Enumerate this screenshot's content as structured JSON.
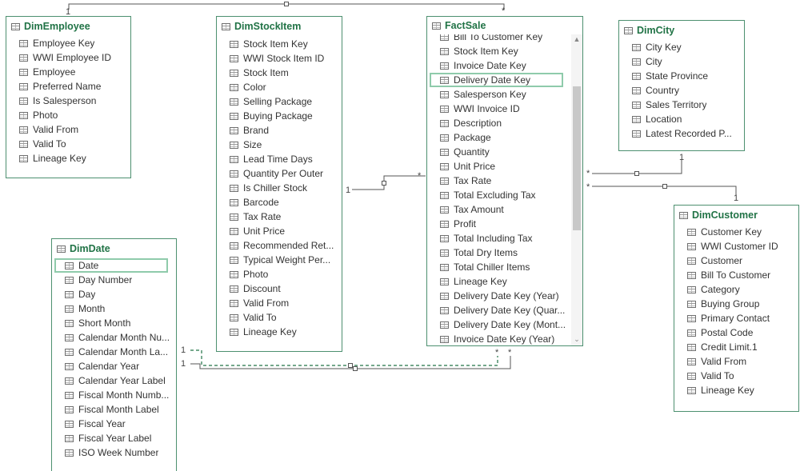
{
  "relationships": {
    "employee_sale": {
      "from_card": "1",
      "to_card": "*"
    },
    "stockitem_sale": {
      "from_card": "1",
      "to_card": "*"
    },
    "city_sale": {
      "from_card": "1",
      "to_card": "*"
    },
    "customer_sale": {
      "from_card": "1",
      "to_card": "*"
    },
    "date_sale_active": {
      "from_card": "1",
      "to_card": "*"
    },
    "date_sale_inactive": {
      "from_card": "1",
      "to_card": "*"
    }
  },
  "tables": [
    {
      "key": "dim-employee",
      "title": "DimEmployee",
      "fields": [
        "Employee Key",
        "WWI Employee ID",
        "Employee",
        "Preferred Name",
        "Is Salesperson",
        "Photo",
        "Valid From",
        "Valid To",
        "Lineage Key"
      ]
    },
    {
      "key": "dim-stock-item",
      "title": "DimStockItem",
      "fields": [
        "Stock Item Key",
        "WWI Stock Item ID",
        "Stock Item",
        "Color",
        "Selling Package",
        "Buying Package",
        "Brand",
        "Size",
        "Lead Time Days",
        "Quantity Per Outer",
        "Is Chiller Stock",
        "Barcode",
        "Tax Rate",
        "Unit Price",
        "Recommended Ret...",
        "Typical Weight Per...",
        "Photo",
        "Discount",
        "Valid From",
        "Valid To",
        "Lineage Key"
      ]
    },
    {
      "key": "fact-sale",
      "title": "FactSale",
      "fields": [
        "Bill To Customer Key",
        "Stock Item Key",
        "Invoice Date Key",
        "Delivery Date Key",
        "Salesperson Key",
        "WWI Invoice ID",
        "Description",
        "Package",
        "Quantity",
        "Unit Price",
        "Tax Rate",
        "Total Excluding Tax",
        "Tax Amount",
        "Profit",
        "Total Including Tax",
        "Total Dry Items",
        "Total Chiller Items",
        "Lineage Key",
        "Delivery Date Key (Year)",
        "Delivery Date Key (Quar...",
        "Delivery Date Key (Mont...",
        "Invoice Date Key (Year)"
      ],
      "selected_field": "Delivery Date Key",
      "scroll_up_icon": "chevron-up-icon",
      "scroll_down_icon": "chevron-down-icon"
    },
    {
      "key": "dim-city",
      "title": "DimCity",
      "fields": [
        "City Key",
        "City",
        "State Province",
        "Country",
        "Sales Territory",
        "Location",
        "Latest Recorded P..."
      ]
    },
    {
      "key": "dim-customer",
      "title": "DimCustomer",
      "fields": [
        "Customer Key",
        "WWI Customer ID",
        "Customer",
        "Bill To Customer",
        "Category",
        "Buying Group",
        "Primary Contact",
        "Postal Code",
        "Credit Limit.1",
        "Valid From",
        "Valid To",
        "Lineage Key"
      ]
    },
    {
      "key": "dim-date",
      "title": "DimDate",
      "fields": [
        "Date",
        "Day Number",
        "Day",
        "Month",
        "Short Month",
        "Calendar Month Nu...",
        "Calendar Month La...",
        "Calendar Year",
        "Calendar Year Label",
        "Fiscal Month Numb...",
        "Fiscal Month Label",
        "Fiscal Year",
        "Fiscal Year Label",
        "ISO Week Number"
      ],
      "selected_field": "Date"
    }
  ],
  "colors": {
    "table_title": "#217346",
    "card_border": "#4d9070",
    "selection": "#8fcbab",
    "line": "#555555",
    "inactive_line": "#217346"
  }
}
